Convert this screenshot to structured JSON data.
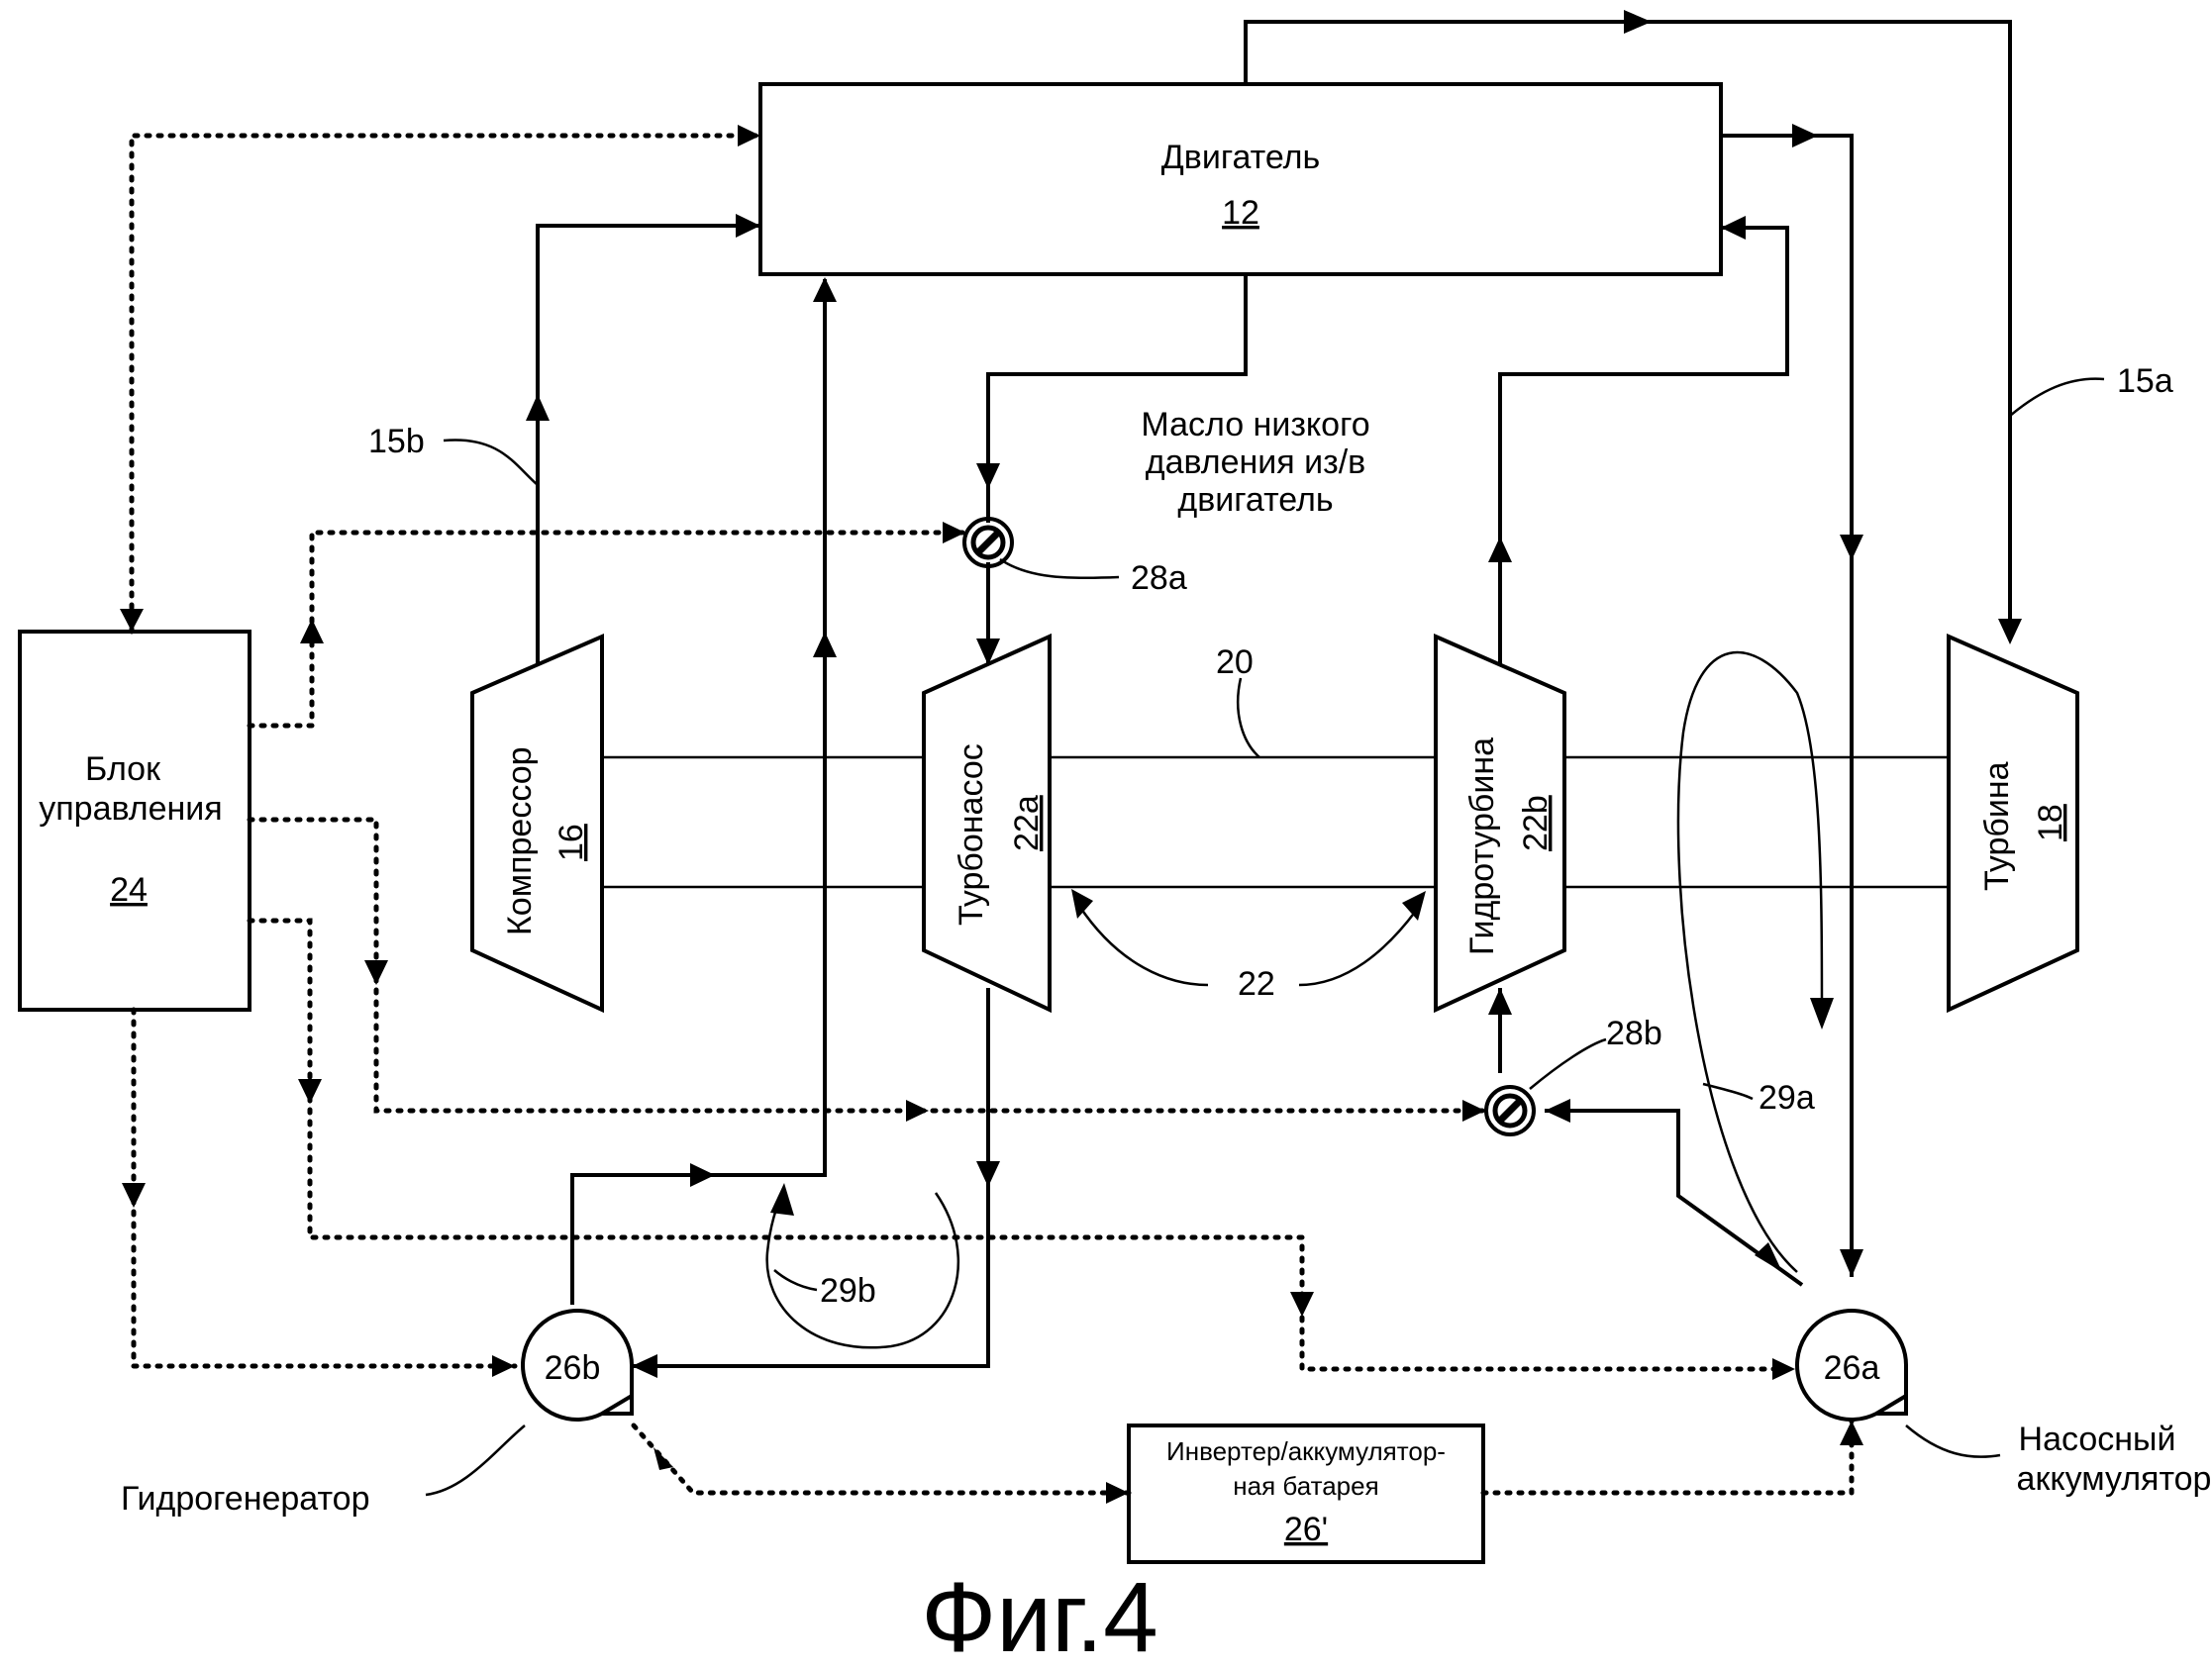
{
  "engine": {
    "name": "Двигатель",
    "ref": "12"
  },
  "control": {
    "line1": "Блок",
    "line2": "управления",
    "ref": "24"
  },
  "compressor": {
    "name": "Компрессор",
    "ref": "16"
  },
  "turbopump": {
    "name": "Турбонасос",
    "ref": "22a"
  },
  "hydroturbine": {
    "name": "Гидротурбина",
    "ref": "22b"
  },
  "turbine": {
    "name": "Турбина",
    "ref": "18"
  },
  "oil_note": {
    "line1": "Масло низкого",
    "line2": "давления из/в",
    "line3": "двигатель"
  },
  "refs": {
    "r15a": "15a",
    "r15b": "15b",
    "r20": "20",
    "r22": "22",
    "r28a": "28a",
    "r28b": "28b",
    "r29a": "29a",
    "r29b": "29b"
  },
  "pump26a": {
    "ref": "26a",
    "line1": "Насосный",
    "line2": "аккумулятор"
  },
  "gen26b": {
    "ref": "26b",
    "label": "Гидрогенератор"
  },
  "inverter": {
    "line1": "Инвертер/аккумулятор-",
    "line2": "ная батарея",
    "ref": "26'"
  },
  "figure": {
    "caption": "Фиг.4"
  }
}
